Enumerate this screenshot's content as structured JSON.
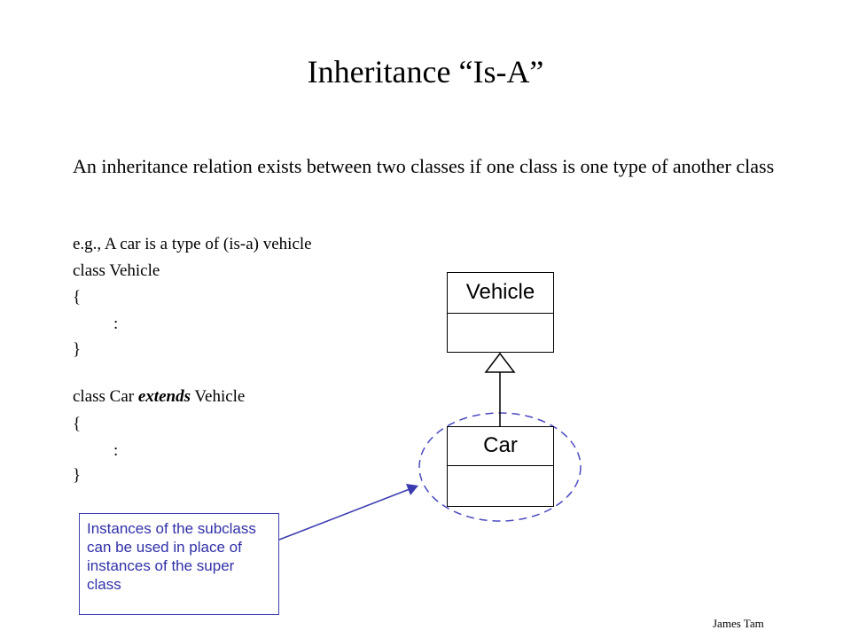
{
  "slide": {
    "title": "Inheritance “Is-A”",
    "intro": "An inheritance relation exists between two classes if one class is one type of another class",
    "code": {
      "example": "e.g., A car is a type of (is-a) vehicle",
      "class_vehicle": "class Vehicle",
      "open1": "{",
      "colon1": ":",
      "close1": "}",
      "class_car_prefix": "class Car ",
      "class_car_keyword": "extends",
      "class_car_suffix": " Vehicle",
      "open2": "{",
      "colon2": ":",
      "close2": "}"
    },
    "diagram": {
      "superclass": "Vehicle",
      "subclass": "Car"
    },
    "callout": "Instances of the subclass can be used in place of instances of the super class",
    "footer": "James Tam"
  }
}
